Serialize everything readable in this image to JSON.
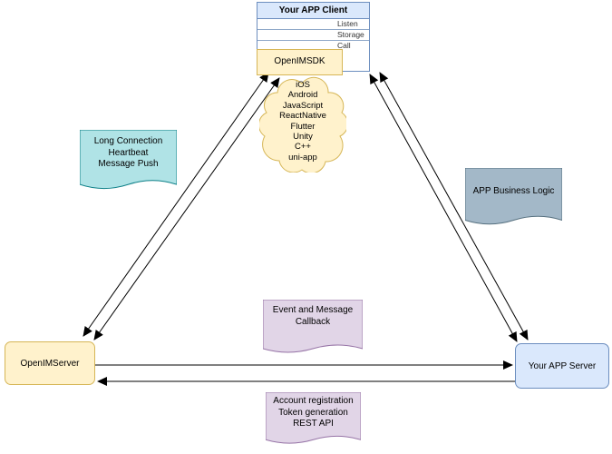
{
  "client": {
    "title": "Your APP Client",
    "hooks": [
      "Listen",
      "Storage",
      "Call"
    ],
    "sdk_label": "OpenIMSDK"
  },
  "cloud": {
    "platforms": [
      "iOS",
      "Android",
      "JavaScript",
      "ReactNative",
      "Flutter",
      "Unity",
      "C++",
      "uni-app"
    ]
  },
  "notes": {
    "long_connection": {
      "lines": [
        "Long Connection",
        "Heartbeat",
        "Message Push"
      ]
    },
    "app_business_logic": {
      "lines": [
        "APP Business Logic"
      ]
    },
    "event_callback": {
      "lines": [
        "Event and Message",
        "Callback"
      ]
    },
    "rest_api": {
      "lines": [
        "Account registration",
        "Token generation",
        "REST API"
      ]
    }
  },
  "nodes": {
    "openim_server": "OpenIMServer",
    "app_server": "Your APP Server"
  },
  "colors": {
    "client_header_fill": "#dae8fc",
    "client_border": "#6c8ebf",
    "yellow_fill": "#fff2cc",
    "yellow_border": "#d6b656",
    "teal_fill": "#b0e3e6",
    "teal_border": "#0e8088",
    "gray_fill": "#a3b8c8",
    "gray_border": "#56707f",
    "purple_fill": "#e1d5e7",
    "purple_border": "#9673a6",
    "blue_fill": "#dae8fc",
    "blue_border": "#6c8ebf",
    "arrow": "#000000"
  }
}
